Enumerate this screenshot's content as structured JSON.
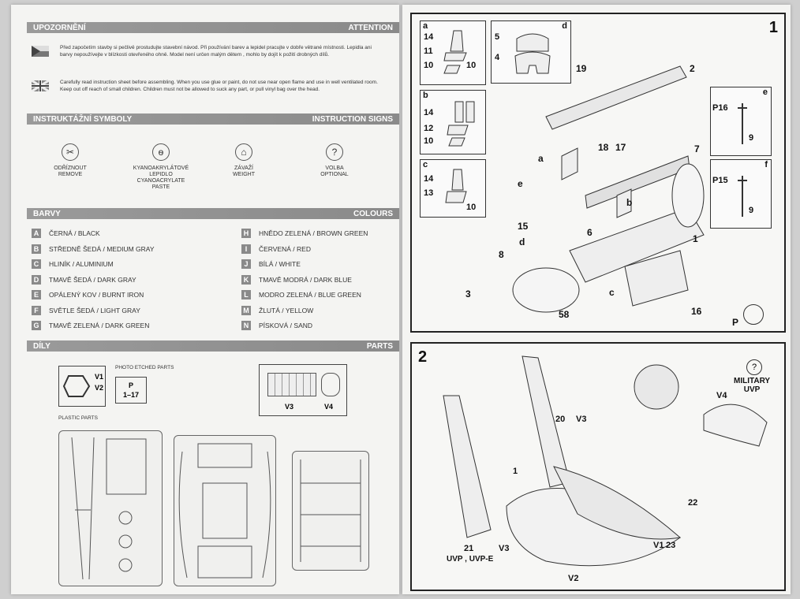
{
  "attention": {
    "left_title": "UPOZORNĚNÍ",
    "right_title": "ATTENTION",
    "cz_text": "Před započetím stavby si pečlivě prostudujte stavební návod. Při používání barev a lepidel pracujte v dobře větrané místnosti. Lepidla ani barvy nepoužívejte v blízkosti otevřeného ohně. Model není určen malým dětem , mohlo by dojít k požití drobných dílů.",
    "en_text": "Carefully read instruction sheet before assembling. When you use glue or paint, do not use near open flame and use in well ventilated room. Keep out off reach of small children. Children must not be allowed to suck any part, or pull vinyl bag over the head."
  },
  "symbols": {
    "left_title": "INSTRUKTÁŽNÍ SYMBOLY",
    "right_title": "INSTRUCTION SIGNS",
    "items": [
      {
        "icon": "cut-icon",
        "glyph": "✂",
        "label1": "ODŘÍZNOUT",
        "label2": "REMOVE",
        "label3": ""
      },
      {
        "icon": "glue-icon",
        "glyph": "ѳ",
        "label1": "KYANOAKRYLÁTOVÉ LEPIDLO",
        "label2": "CYANOACRYLATE",
        "label3": "PASTE"
      },
      {
        "icon": "weight-icon",
        "glyph": "⌂",
        "label1": "ZÁVAŽÍ",
        "label2": "WEIGHT",
        "label3": ""
      },
      {
        "icon": "question-icon",
        "glyph": "?",
        "label1": "VOLBA",
        "label2": "OPTIONAL",
        "label3": ""
      }
    ]
  },
  "colours": {
    "left_title": "BARVY",
    "right_title": "COLOURS",
    "left": [
      {
        "code": "A",
        "name": "ČERNÁ / BLACK"
      },
      {
        "code": "B",
        "name": "STŘEDNĚ ŠEDÁ / MEDIUM GRAY"
      },
      {
        "code": "C",
        "name": "HLINÍK / ALUMINIUM"
      },
      {
        "code": "D",
        "name": "TMAVĚ ŠEDÁ / DARK GRAY"
      },
      {
        "code": "E",
        "name": "OPÁLENÝ KOV / BURNT IRON"
      },
      {
        "code": "F",
        "name": "SVĚTLE ŠEDÁ / LIGHT GRAY"
      },
      {
        "code": "G",
        "name": "TMAVĚ ZELENÁ / DARK GREEN"
      }
    ],
    "right": [
      {
        "code": "H",
        "name": "HNĚDO ZELENÁ / BROWN GREEN"
      },
      {
        "code": "I",
        "name": "ČERVENÁ / RED"
      },
      {
        "code": "J",
        "name": "BÍLÁ / WHITE"
      },
      {
        "code": "K",
        "name": "TMAVĚ MODRÁ / DARK BLUE"
      },
      {
        "code": "L",
        "name": "MODRO ZELENÁ / BLUE GREEN"
      },
      {
        "code": "M",
        "name": "ŽLUTÁ / YELLOW"
      },
      {
        "code": "N",
        "name": "PÍSKOVÁ / SAND"
      }
    ]
  },
  "parts": {
    "left_title": "DÍLY",
    "right_title": "PARTS",
    "photo_etched_label": "PHOTO ETCHED PARTS",
    "plastic_label": "PLASTIC PARTS",
    "v1": "V1",
    "v2": "V2",
    "pe_letter": "P",
    "pe_range": "1–17",
    "v3": "V3",
    "v4": "V4"
  },
  "step1": {
    "number": "1",
    "inset_a": {
      "letter": "a",
      "parts": [
        "14",
        "11",
        "10",
        "10"
      ]
    },
    "inset_b": {
      "letter": "b",
      "parts": [
        "14",
        "12",
        "10"
      ]
    },
    "inset_c": {
      "letter": "c",
      "parts": [
        "14",
        "13",
        "10"
      ]
    },
    "inset_d": {
      "letter": "d",
      "parts": [
        "5",
        "4"
      ]
    },
    "inset_e": {
      "letter": "e",
      "parts": [
        "P16",
        "9"
      ]
    },
    "inset_f": {
      "letter": "f",
      "parts": [
        "P15",
        "9"
      ]
    },
    "callouts": [
      "19",
      "2",
      "18",
      "17",
      "7",
      "a",
      "e",
      "b",
      "15",
      "6",
      "d",
      "8",
      "1",
      "3",
      "c",
      "16",
      "58",
      "P"
    ]
  },
  "step2": {
    "number": "2",
    "callouts": [
      "20",
      "V3",
      "1",
      "22",
      "V1",
      "23",
      "21",
      "V3",
      "V2",
      "V4"
    ],
    "variant_left": "UVP , UVP-E",
    "variant_right_1": "MILITARY",
    "variant_right_2": "UVP"
  }
}
